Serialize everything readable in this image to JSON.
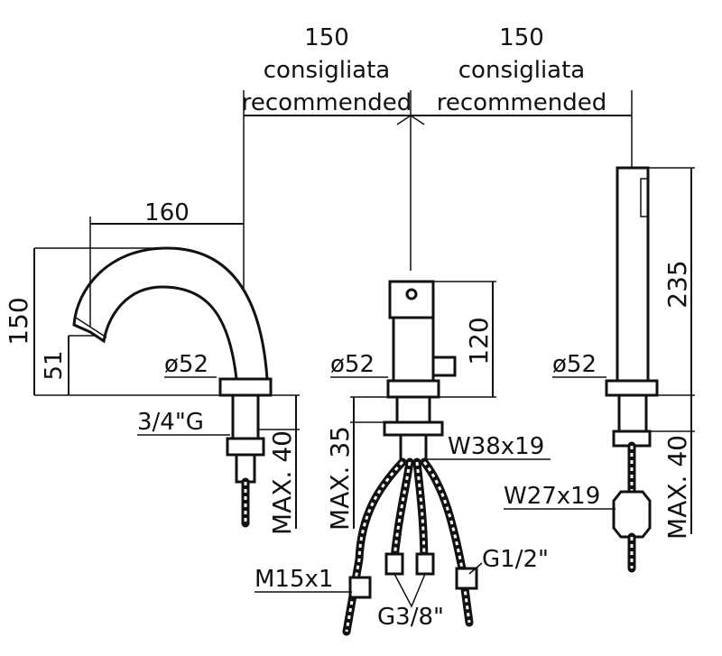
{
  "top_dimensions": [
    {
      "value": "150",
      "note_it": "consigliata",
      "note_en": "recommended"
    },
    {
      "value": "150",
      "note_it": "consigliata",
      "note_en": "recommended"
    }
  ],
  "spout": {
    "reach": "160",
    "height": "150",
    "outlet_height": "51",
    "base_diameter": "ø52",
    "thread": "3/4\"G",
    "max_thickness": "MAX. 40"
  },
  "mixer": {
    "height": "120",
    "base_diameter": "ø52",
    "nut": "W38x19",
    "max_thickness": "MAX. 35",
    "hose_connection": "M15x1",
    "outlets_small": "G3/8\"",
    "outlet_large": "G1/2\""
  },
  "handshower": {
    "height": "235",
    "base_diameter": "ø52",
    "nut": "W27x19",
    "max_thickness": "MAX. 40"
  }
}
